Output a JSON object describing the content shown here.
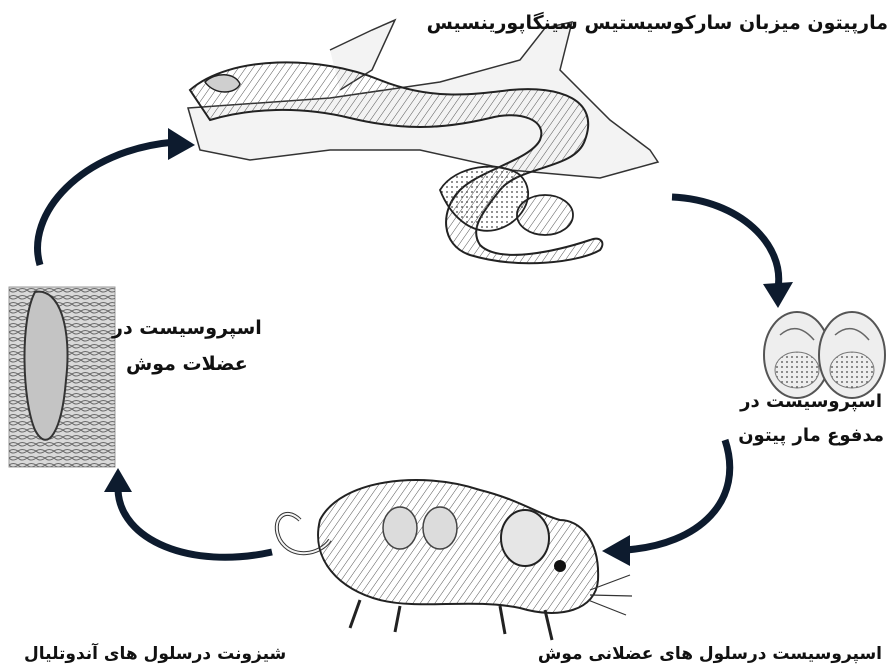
{
  "labels": {
    "title": "مارپیتون میزبان سارکوسیستیس سینگاپورینسیس",
    "sporocyst_feces_line1": "اسپروسیست در",
    "sporocyst_feces_line2": "مدفوع مار پیتون",
    "sporocyst_muscle_mouse_line1": "اسپروسیست در",
    "sporocyst_muscle_mouse_line2": "عضلات موش",
    "sporocyst_muscle_cells": "اسپروسیست درسلول های عضلانی موش",
    "schizont_endothelial": "شیزونت  درسلول های آندوتلیال"
  },
  "colors": {
    "arrow": "#0d1b2e",
    "ink": "#2b2b2b",
    "background": "#ffffff"
  },
  "icons": [
    "python-snake-illustration",
    "sporocyst-pair-illustration",
    "mouse-illustration",
    "sarcocyst-micrograph",
    "cycle-arrow-icon"
  ]
}
